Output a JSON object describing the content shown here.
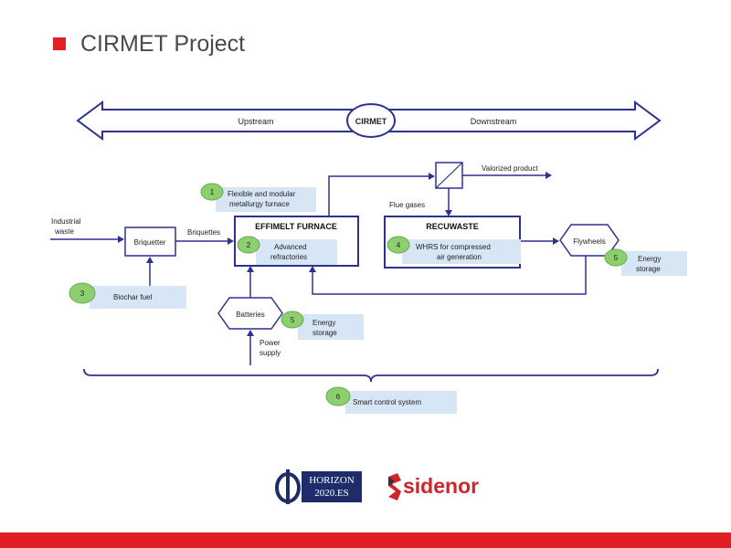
{
  "slide": {
    "title": "CIRMET Project"
  },
  "diagram": {
    "arrow": {
      "left": "Upstream",
      "center": "CIRMET",
      "right": "Downstream"
    },
    "inputs": {
      "industrial_waste": [
        "Industrial",
        "waste"
      ],
      "briquettes": "Briquettes",
      "power_supply": [
        "Power",
        "supply"
      ]
    },
    "nodes": {
      "briquetter": "Briquetter",
      "effimelt": "EFFIMELT FURNACE",
      "recuwaste": "RECUWASTE",
      "flywheels": "Flywheels",
      "batteries": "Batteries"
    },
    "labels": {
      "valorized": "Valorized product",
      "flue_gases": "Flue gases"
    },
    "badges": [
      {
        "num": "1",
        "lines": [
          "Flexible and modular",
          "metallurgy furnace"
        ]
      },
      {
        "num": "2",
        "lines": [
          "Advanced",
          "refractories"
        ]
      },
      {
        "num": "3",
        "lines": [
          "Biochar fuel"
        ]
      },
      {
        "num": "4",
        "lines": [
          "WHRS for compressed",
          "air generation"
        ]
      },
      {
        "num": "5",
        "lines": [
          "Energy",
          "storage"
        ]
      },
      {
        "num": "5",
        "lines": [
          "Energy",
          "storage"
        ]
      },
      {
        "num": "6",
        "lines": [
          "Smart control system"
        ]
      }
    ],
    "colors": {
      "line": "#2e3192",
      "badge": "#8ccf6e",
      "badge_label": "#d7e6f5",
      "accent": "#e01e24"
    }
  },
  "logos": {
    "horizon": [
      "HORIZON",
      "2020.ES"
    ],
    "sidenor": "sidenor"
  }
}
